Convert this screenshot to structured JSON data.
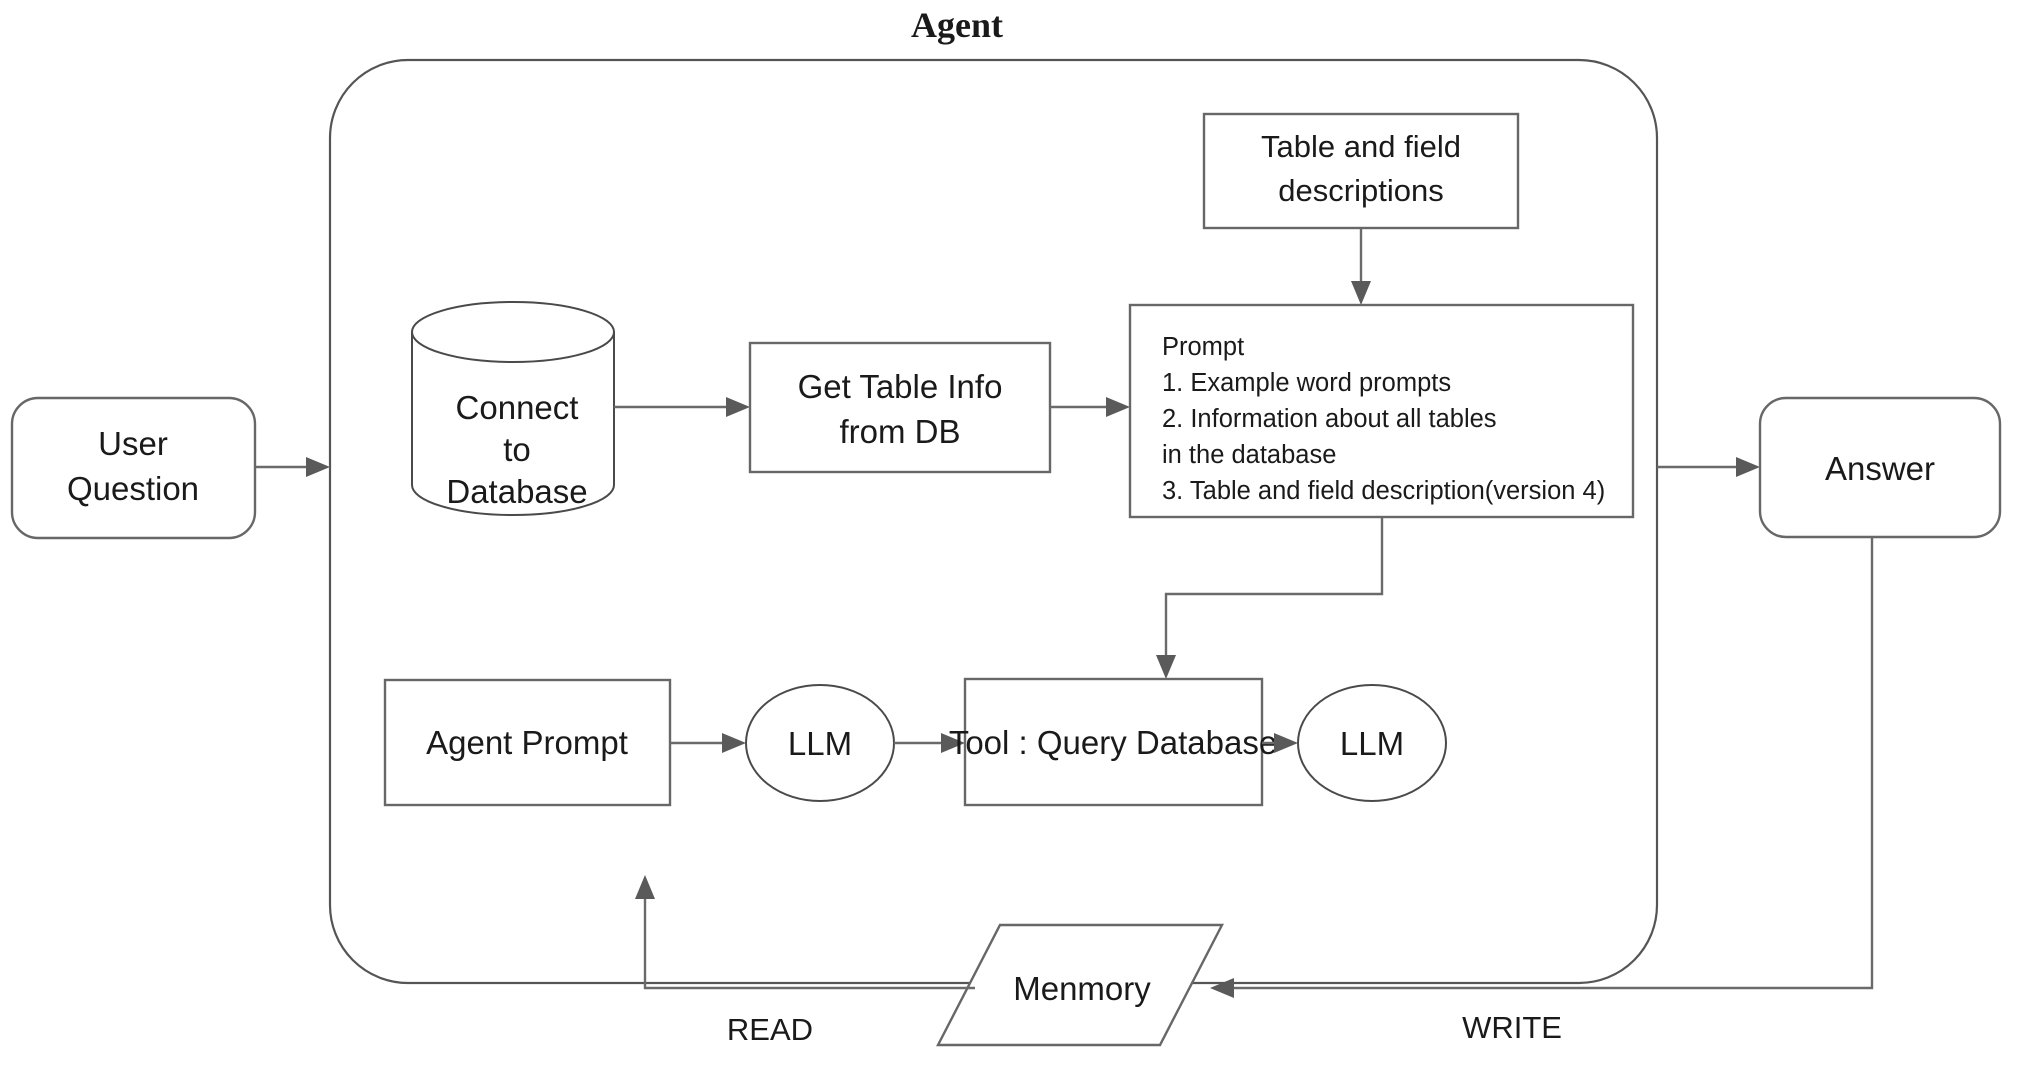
{
  "diagram": {
    "title": "Agent",
    "type": "flowchart",
    "nodes": {
      "user_question": {
        "label_lines": [
          "User",
          "Question"
        ],
        "shape": "rounded-rectangle"
      },
      "connect_db": {
        "label_lines": [
          "Connect",
          "to",
          "Database"
        ],
        "shape": "cylinder"
      },
      "get_table_info": {
        "label_lines": [
          "Get Table Info",
          "from DB"
        ],
        "shape": "rectangle"
      },
      "table_field_desc": {
        "label_lines": [
          "Table and field",
          "descriptions"
        ],
        "shape": "rectangle"
      },
      "prompt": {
        "heading": "Prompt",
        "lines": [
          "1. Example word prompts",
          "2. Information about all tables",
          "    in the database",
          "3. Table and field description(version 4)"
        ],
        "shape": "rectangle"
      },
      "agent_prompt": {
        "label": "Agent Prompt",
        "shape": "rectangle"
      },
      "llm_first": {
        "label": "LLM",
        "shape": "ellipse"
      },
      "tool_query_db": {
        "label": "Tool : Query Database",
        "shape": "rectangle"
      },
      "llm_second": {
        "label": "LLM",
        "shape": "ellipse"
      },
      "answer": {
        "label": "Answer",
        "shape": "rounded-rectangle"
      },
      "memory": {
        "label": "Menmory",
        "shape": "parallelogram"
      }
    },
    "edge_labels": {
      "read": "READ",
      "write": "WRITE"
    },
    "colors": {
      "stroke": "#676767",
      "text": "#1a1a1a",
      "background": "#ffffff"
    }
  }
}
